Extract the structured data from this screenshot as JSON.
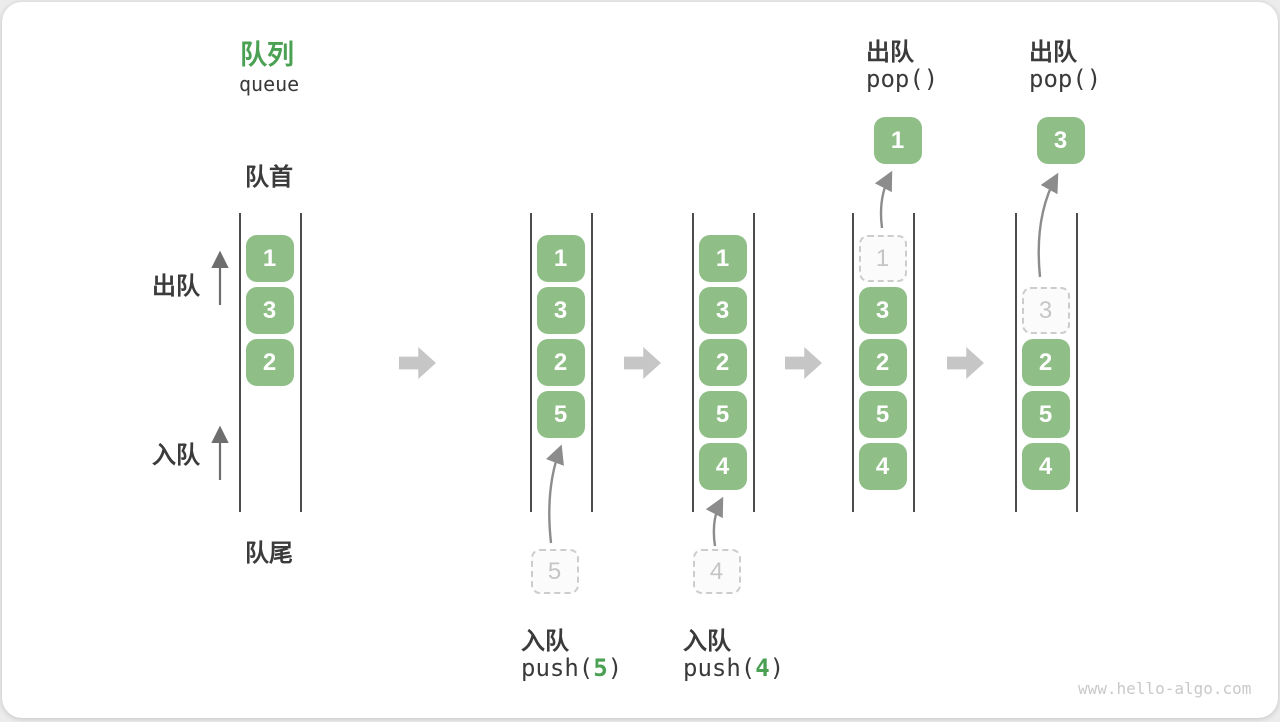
{
  "title": {
    "zh": "队列",
    "en": "queue"
  },
  "side_labels": {
    "front": "队首",
    "rear": "队尾",
    "dequeue": "出队",
    "enqueue": "入队"
  },
  "watermark": "www.hello-algo.com",
  "colors": {
    "accent_green": "#4aa053",
    "box_fill": "#8fbf87",
    "box_text": "#ffffff",
    "dashed_border": "#cccccc",
    "dashed_text": "#c5c5c5",
    "rail": "#4c4c4c",
    "block_arrow": "#c6c6c6",
    "curve_arrow": "#8c8c8c",
    "side_arrow": "#6e6e6e",
    "text_dark": "#3b3b3b",
    "code_text": "#3a3a3a",
    "watermark_text": "#c9c9c9"
  },
  "states": [
    {
      "name": "initial",
      "slots": [
        {
          "row": 0,
          "value": "1",
          "dashed": false
        },
        {
          "row": 1,
          "value": "3",
          "dashed": false
        },
        {
          "row": 2,
          "value": "2",
          "dashed": false
        }
      ]
    },
    {
      "name": "after-push-5",
      "slots": [
        {
          "row": 0,
          "value": "1",
          "dashed": false
        },
        {
          "row": 1,
          "value": "3",
          "dashed": false
        },
        {
          "row": 2,
          "value": "2",
          "dashed": false
        },
        {
          "row": 3,
          "value": "5",
          "dashed": false
        }
      ],
      "incoming": "5",
      "op": {
        "label": "入队",
        "code_pre": "push(",
        "code_arg": "5",
        "code_post": ")"
      }
    },
    {
      "name": "after-push-4",
      "slots": [
        {
          "row": 0,
          "value": "1",
          "dashed": false
        },
        {
          "row": 1,
          "value": "3",
          "dashed": false
        },
        {
          "row": 2,
          "value": "2",
          "dashed": false
        },
        {
          "row": 3,
          "value": "5",
          "dashed": false
        },
        {
          "row": 4,
          "value": "4",
          "dashed": false
        }
      ],
      "incoming": "4",
      "op": {
        "label": "入队",
        "code_pre": "push(",
        "code_arg": "4",
        "code_post": ")"
      }
    },
    {
      "name": "pop-1",
      "slots": [
        {
          "row": 0,
          "value": "1",
          "dashed": true
        },
        {
          "row": 1,
          "value": "3",
          "dashed": false
        },
        {
          "row": 2,
          "value": "2",
          "dashed": false
        },
        {
          "row": 3,
          "value": "5",
          "dashed": false
        },
        {
          "row": 4,
          "value": "4",
          "dashed": false
        }
      ],
      "outgoing": "1",
      "op": {
        "label": "出队",
        "code_pre": "pop()",
        "code_arg": "",
        "code_post": ""
      }
    },
    {
      "name": "pop-3",
      "slots": [
        {
          "row": 1,
          "value": "3",
          "dashed": true
        },
        {
          "row": 2,
          "value": "2",
          "dashed": false
        },
        {
          "row": 3,
          "value": "5",
          "dashed": false
        },
        {
          "row": 4,
          "value": "4",
          "dashed": false
        }
      ],
      "outgoing": "3",
      "op": {
        "label": "出队",
        "code_pre": "pop()",
        "code_arg": "",
        "code_post": ""
      }
    }
  ]
}
